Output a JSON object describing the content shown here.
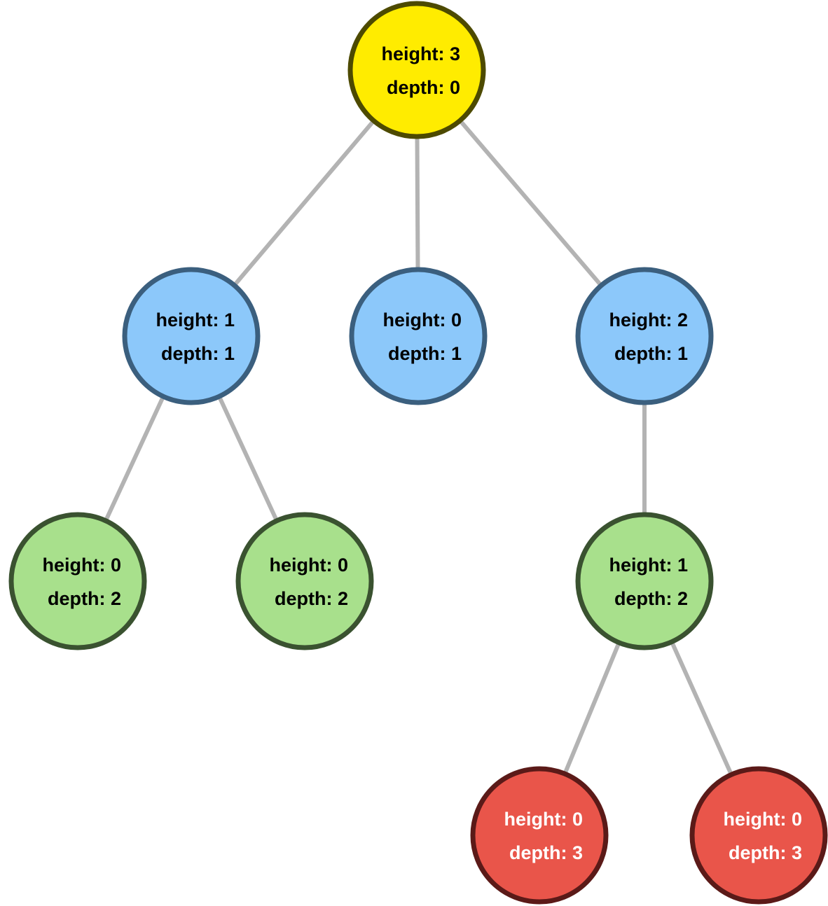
{
  "tree": {
    "levels": {
      "0": {
        "fill": "#ffec00",
        "stroke": "#4d4a00",
        "text": "#000000"
      },
      "1": {
        "fill": "#8cc8fa",
        "stroke": "#3b5f7e",
        "text": "#000000"
      },
      "2": {
        "fill": "#a8e08c",
        "stroke": "#3a5230",
        "text": "#000000"
      },
      "3": {
        "fill": "#e9554a",
        "stroke": "#5b1a18",
        "text": "#ffffff"
      }
    },
    "nodes": [
      {
        "id": "root",
        "height_text": "height: 3",
        "depth_text": "depth: 0",
        "level": 0
      },
      {
        "id": "left",
        "height_text": "height: 1",
        "depth_text": "depth: 1",
        "level": 1
      },
      {
        "id": "middle",
        "height_text": "height: 0",
        "depth_text": "depth: 1",
        "level": 1
      },
      {
        "id": "right",
        "height_text": "height: 2",
        "depth_text": "depth: 1",
        "level": 1
      },
      {
        "id": "left-left",
        "height_text": "height: 0",
        "depth_text": "depth: 2",
        "level": 2
      },
      {
        "id": "left-right",
        "height_text": "height: 0",
        "depth_text": "depth: 2",
        "level": 2
      },
      {
        "id": "right-child",
        "height_text": "height: 1",
        "depth_text": "depth: 2",
        "level": 2
      },
      {
        "id": "right-child-left",
        "height_text": "height: 0",
        "depth_text": "depth: 3",
        "level": 3
      },
      {
        "id": "right-child-right",
        "height_text": "height: 0",
        "depth_text": "depth: 3",
        "level": 3
      }
    ],
    "edges": [
      [
        "root",
        "left"
      ],
      [
        "root",
        "middle"
      ],
      [
        "root",
        "right"
      ],
      [
        "left",
        "left-left"
      ],
      [
        "left",
        "left-right"
      ],
      [
        "right",
        "right-child"
      ],
      [
        "right-child",
        "right-child-left"
      ],
      [
        "right-child",
        "right-child-right"
      ]
    ]
  }
}
